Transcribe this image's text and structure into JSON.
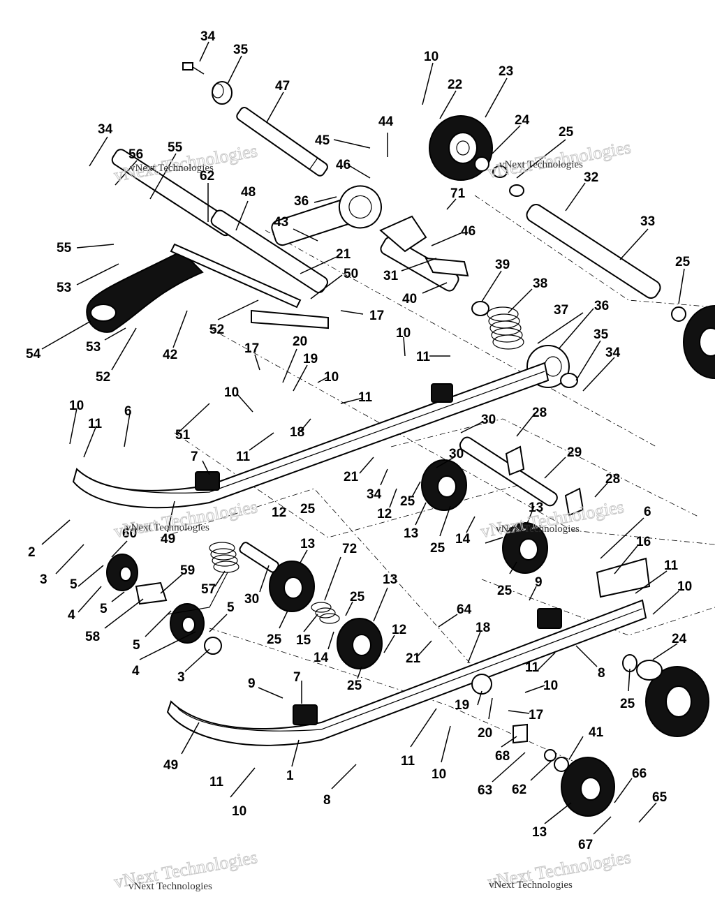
{
  "callouts": {
    "c1": "34",
    "c2": "35",
    "c3": "47",
    "c4": "10",
    "c5": "22",
    "c6": "23",
    "c7": "24",
    "c8": "25",
    "c9": "34",
    "c10": "56",
    "c11": "55",
    "c12": "62",
    "c13": "45",
    "c14": "44",
    "c15": "46",
    "c16": "32",
    "c17": "48",
    "c18": "36",
    "c19": "71",
    "c20": "33",
    "c21": "43",
    "c22": "46",
    "c23": "25",
    "c24": "55",
    "c25": "53",
    "c26": "21",
    "c27": "50",
    "c28": "31",
    "c29": "39",
    "c30": "40",
    "c31": "38",
    "c32": "17",
    "c33": "37",
    "c34": "36",
    "c35": "54",
    "c36": "53",
    "c37": "52",
    "c38": "42",
    "c39": "52",
    "c40": "35",
    "c41": "34",
    "c42": "17",
    "c43": "20",
    "c44": "10",
    "c45": "11",
    "c46": "19",
    "c47": "10",
    "c48": "11",
    "c49": "10",
    "c50": "11",
    "c51": "6",
    "c52": "10",
    "c53": "51",
    "c54": "11",
    "c55": "18",
    "c56": "30",
    "c57": "28",
    "c58": "7",
    "c59": "30",
    "c60": "21",
    "c61": "29",
    "c62": "34",
    "c63": "25",
    "c64": "28",
    "c65": "12",
    "c66": "12",
    "c67": "25",
    "c68": "13",
    "c69": "13",
    "c70": "6",
    "c71": "14",
    "c72": "25",
    "c73": "16",
    "c74": "49",
    "c75": "2",
    "c76": "60",
    "c77": "3",
    "c78": "5",
    "c79": "59",
    "c80": "57",
    "c81": "30",
    "c82": "13",
    "c83": "72",
    "c84": "13",
    "c85": "11",
    "c86": "10",
    "c87": "9",
    "c88": "25",
    "c89": "4",
    "c90": "5",
    "c91": "58",
    "c92": "5",
    "c93": "5",
    "c94": "25",
    "c95": "25",
    "c96": "15",
    "c97": "14",
    "c98": "12",
    "c99": "64",
    "c100": "18",
    "c101": "24",
    "c102": "4",
    "c103": "3",
    "c104": "21",
    "c105": "25",
    "c106": "9",
    "c107": "7",
    "c108": "11",
    "c109": "10",
    "c110": "8",
    "c111": "19",
    "c112": "17",
    "c113": "25",
    "c114": "20",
    "c115": "41",
    "c116": "49",
    "c117": "68",
    "c118": "11",
    "c119": "10",
    "c120": "1",
    "c121": "8",
    "c122": "63",
    "c123": "62",
    "c124": "66",
    "c125": "65",
    "c126": "10",
    "c127": "13",
    "c128": "67"
  },
  "watermark": {
    "big_text": "vNext Technologies",
    "small_text": "vNext Technologies"
  },
  "icons": {
    "roller_wheel": "bogie-wheel-icon",
    "spring": "torsion-spring-icon",
    "bolt": "bolt-icon",
    "washer": "washer-icon",
    "nut": "nut-icon"
  },
  "colors": {
    "ink": "#000000",
    "paper": "#ffffff",
    "watermark": "#c8c8c8"
  }
}
